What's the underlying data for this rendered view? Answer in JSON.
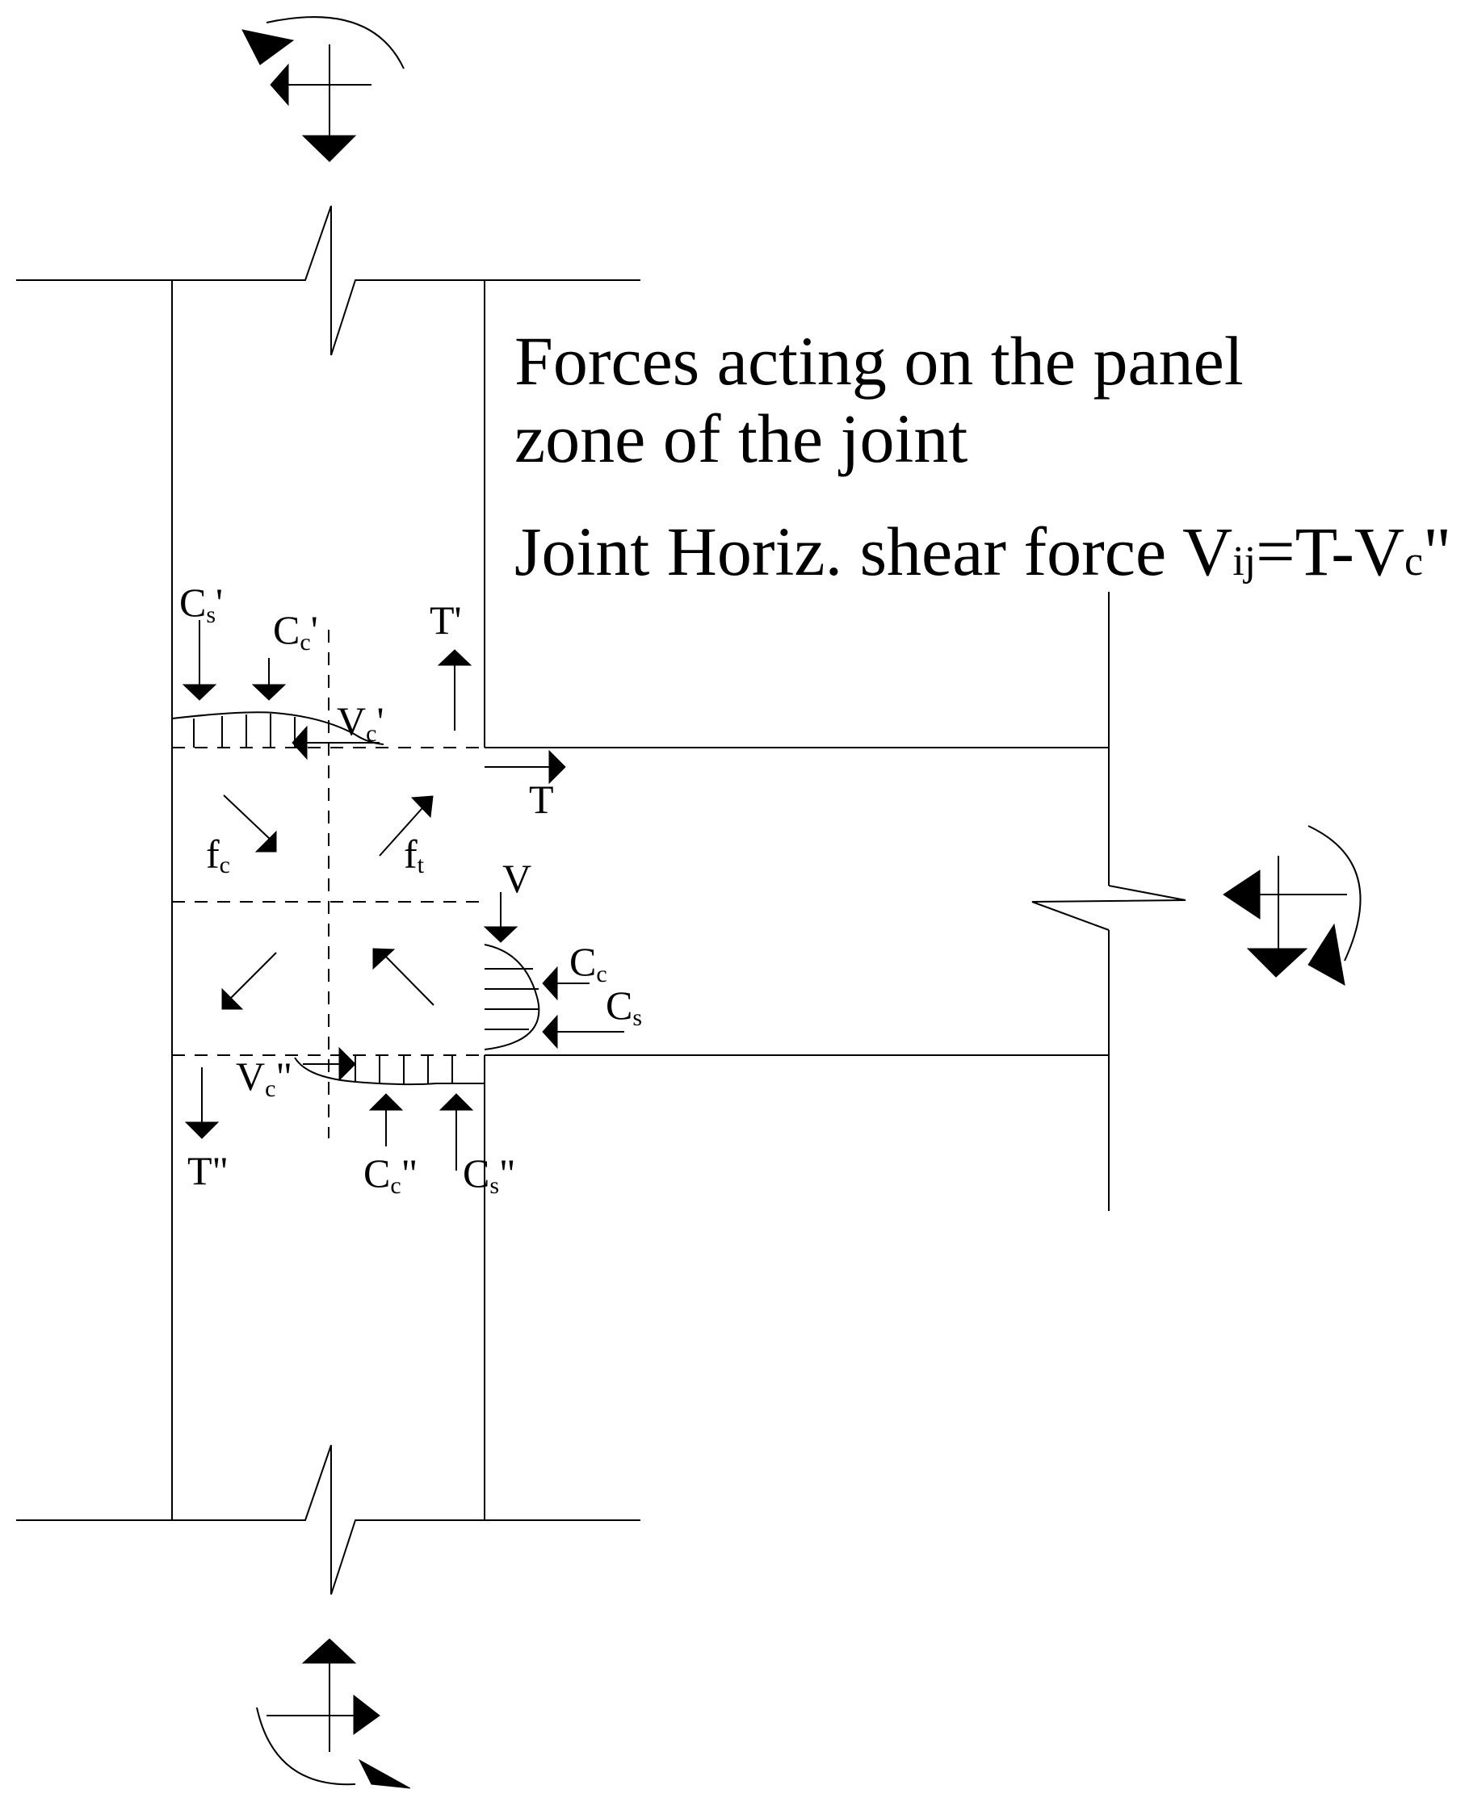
{
  "title_lines": [
    "Forces acting on the panel",
    "zone of the joint"
  ],
  "formula": {
    "prefix": "Joint Horiz. shear force V",
    "sub1": "ij",
    "mid": "=T-V",
    "sub2": "c",
    "suffix": "\""
  },
  "labels": {
    "cs_top": {
      "main": "C",
      "sub": "s",
      "sup": "'"
    },
    "cc_top": {
      "main": "C",
      "sub": "c",
      "sup": "'"
    },
    "t_prime": "T'",
    "vc_top": {
      "main": "V",
      "sub": "c",
      "sup": "'"
    },
    "t_right": "T",
    "fc": {
      "main": "f",
      "sub": "c"
    },
    "ft": {
      "main": "f",
      "sub": "t"
    },
    "v": "V",
    "cc_right": {
      "main": "C",
      "sub": "c"
    },
    "cs_right": {
      "main": "C",
      "sub": "s"
    },
    "vc_bot": {
      "main": "V",
      "sub": "c",
      "sup": "\""
    },
    "t_dprime": "T\"",
    "cc_bot": {
      "main": "C",
      "sub": "c",
      "sup": "\""
    },
    "cs_bot": {
      "main": "C",
      "sub": "s",
      "sup": "\""
    }
  }
}
